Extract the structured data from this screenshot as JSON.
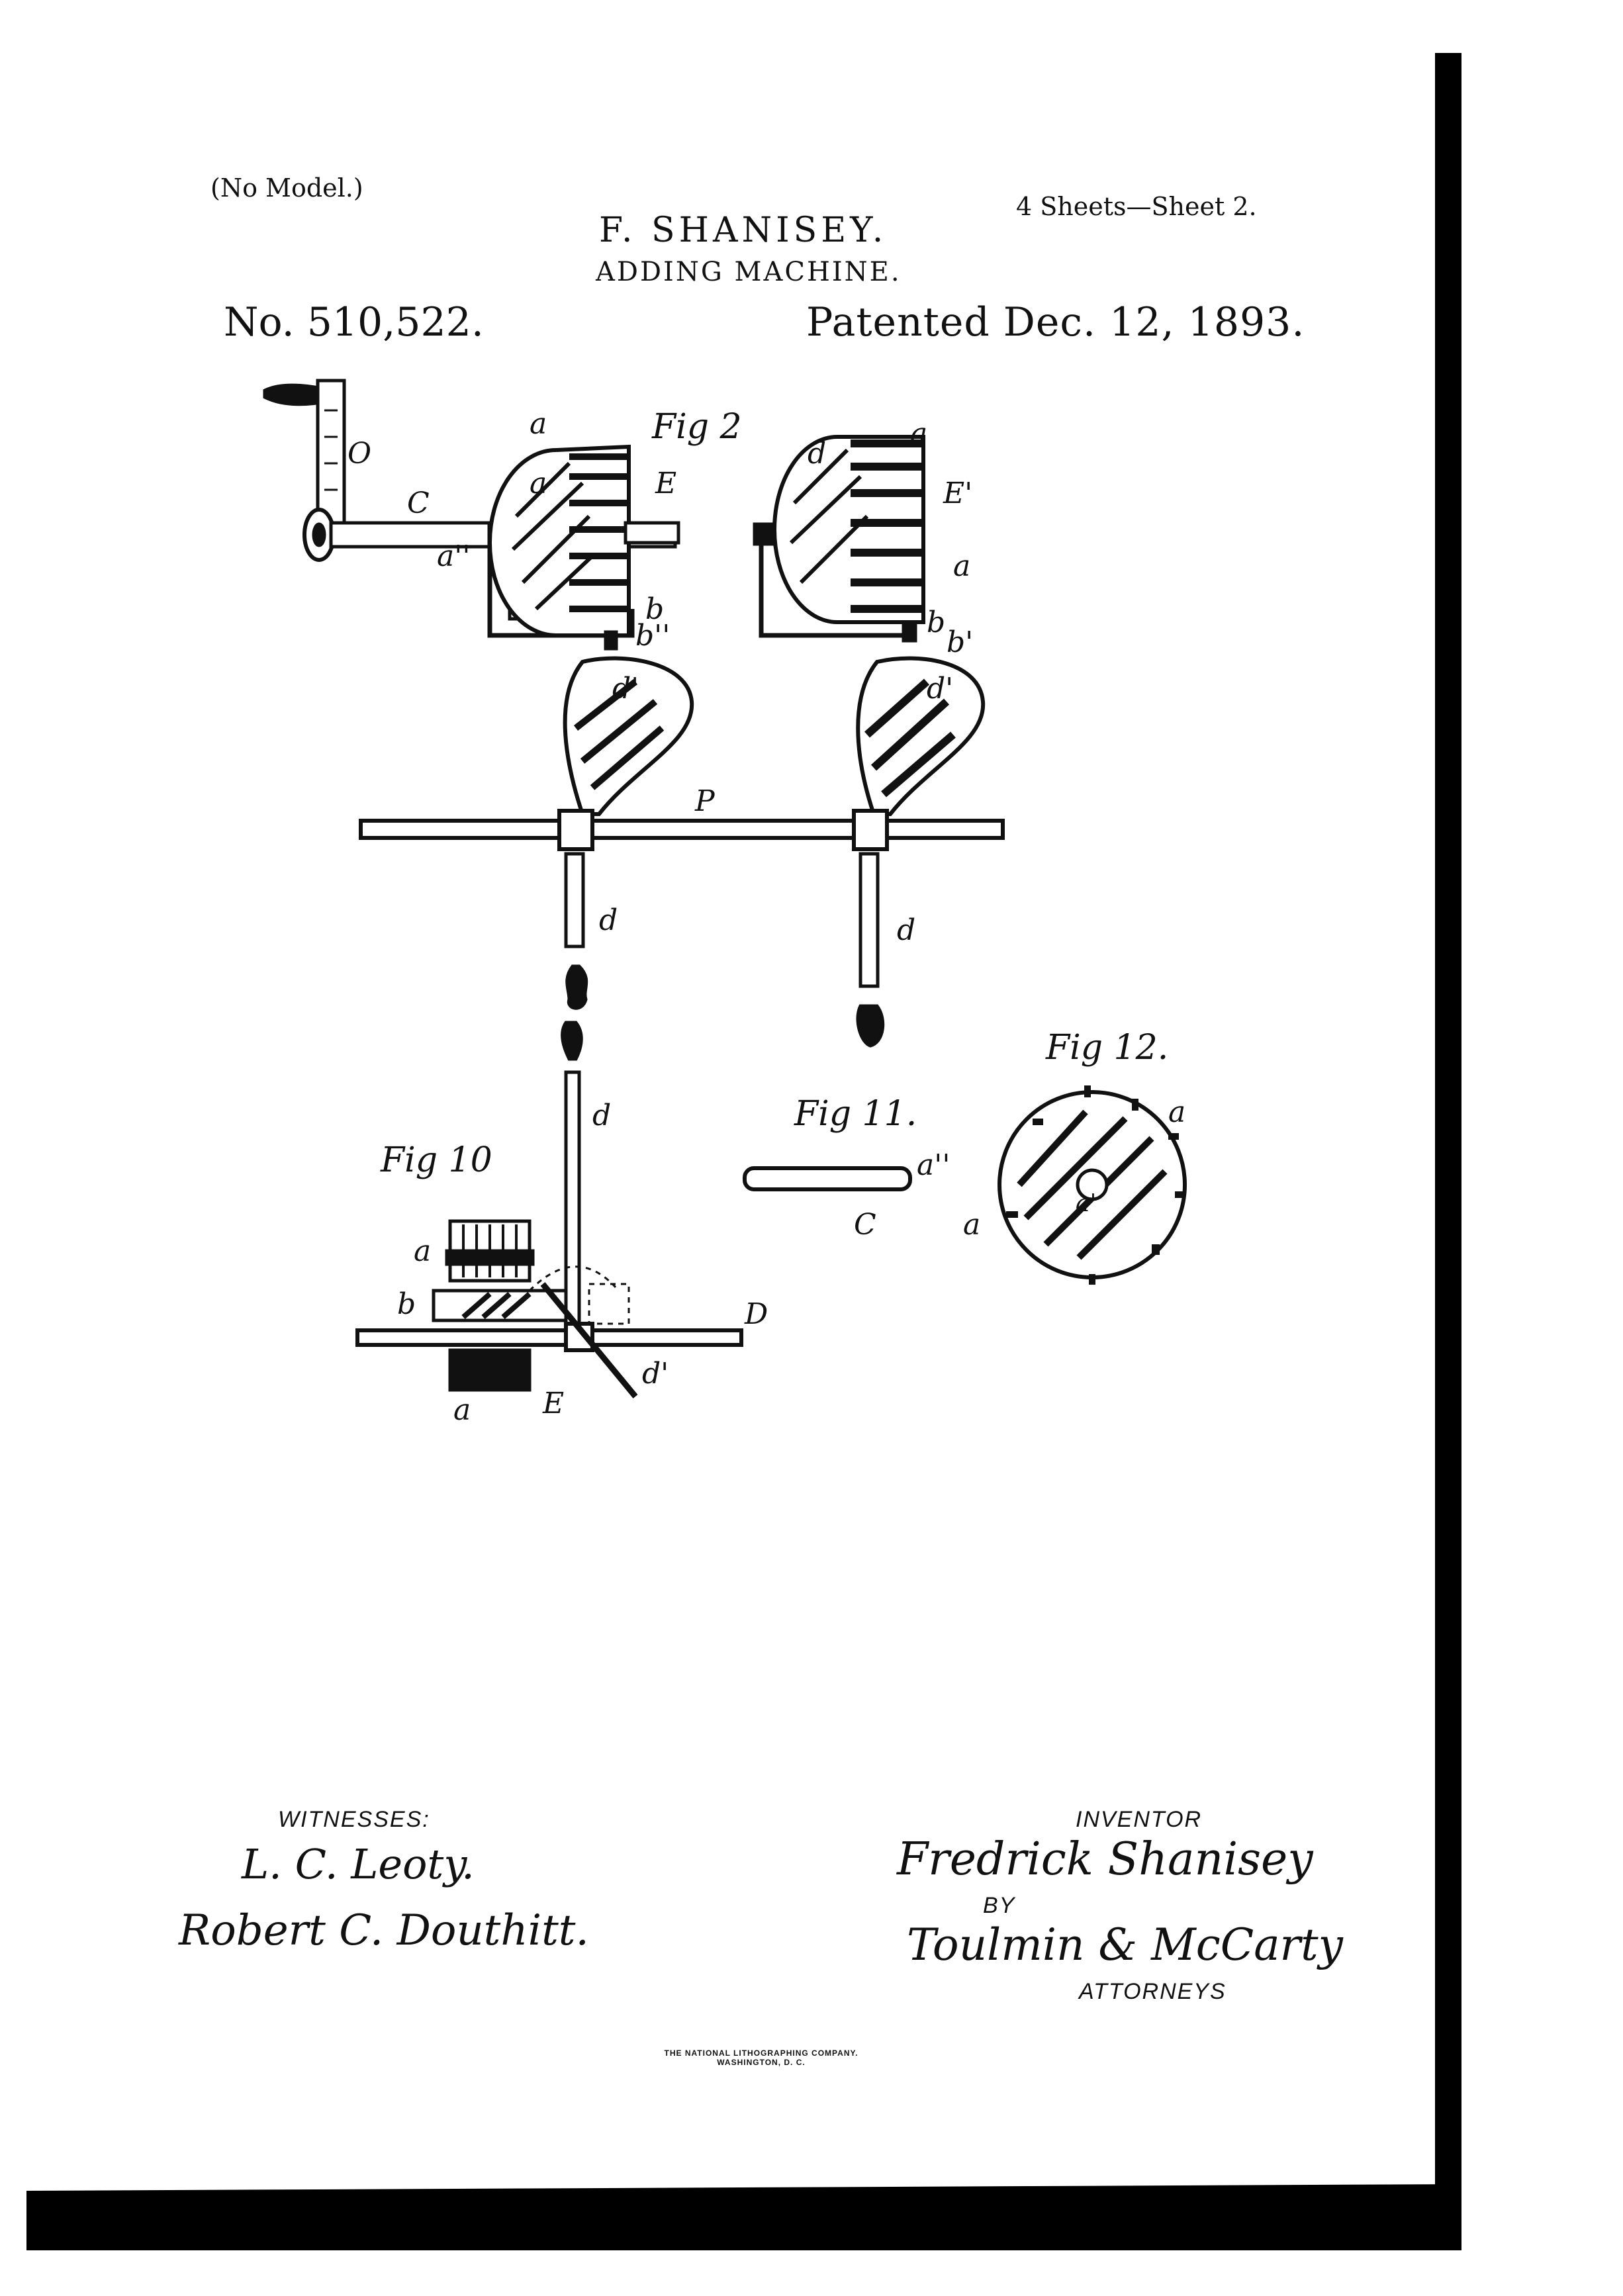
{
  "header": {
    "no_model": "(No Model.)",
    "sheets": "4 Sheets—Sheet 2.",
    "inventor": "F. SHANISEY.",
    "title": "ADDING MACHINE.",
    "patent_number": "No. 510,522.",
    "patented": "Patented Dec. 12, 1893."
  },
  "figures": {
    "fig2": {
      "caption": "Fig 2",
      "labels": [
        "a",
        "a",
        "E",
        "O",
        "C",
        "a''",
        "b",
        "b''",
        "d'",
        "a",
        "d",
        "E'",
        "a",
        "b",
        "b'",
        "d'",
        "P",
        "d",
        "d"
      ]
    },
    "fig10": {
      "caption": "Fig 10",
      "labels": [
        "d",
        "a",
        "b",
        "a",
        "E",
        "D",
        "d'"
      ]
    },
    "fig11": {
      "caption": "Fig 11.",
      "labels": [
        "a''",
        "C"
      ]
    },
    "fig12": {
      "caption": "Fig 12.",
      "labels": [
        "a",
        "a",
        "a'"
      ]
    }
  },
  "footer": {
    "witnesses_label": "WITNESSES:",
    "witness_1": "L. C. Leoty.",
    "witness_2": "Robert C. Douthitt.",
    "inventor_label": "INVENTOR",
    "inventor_signature": "Fredrick Shanisey",
    "by_label": "BY",
    "attorneys_signature": "Toulmin & McCarty",
    "attorneys_label": "ATTORNEYS",
    "imprint_line1": "THE NATIONAL LITHOGRAPHING COMPANY.",
    "imprint_line2": "WASHINGTON, D. C."
  }
}
